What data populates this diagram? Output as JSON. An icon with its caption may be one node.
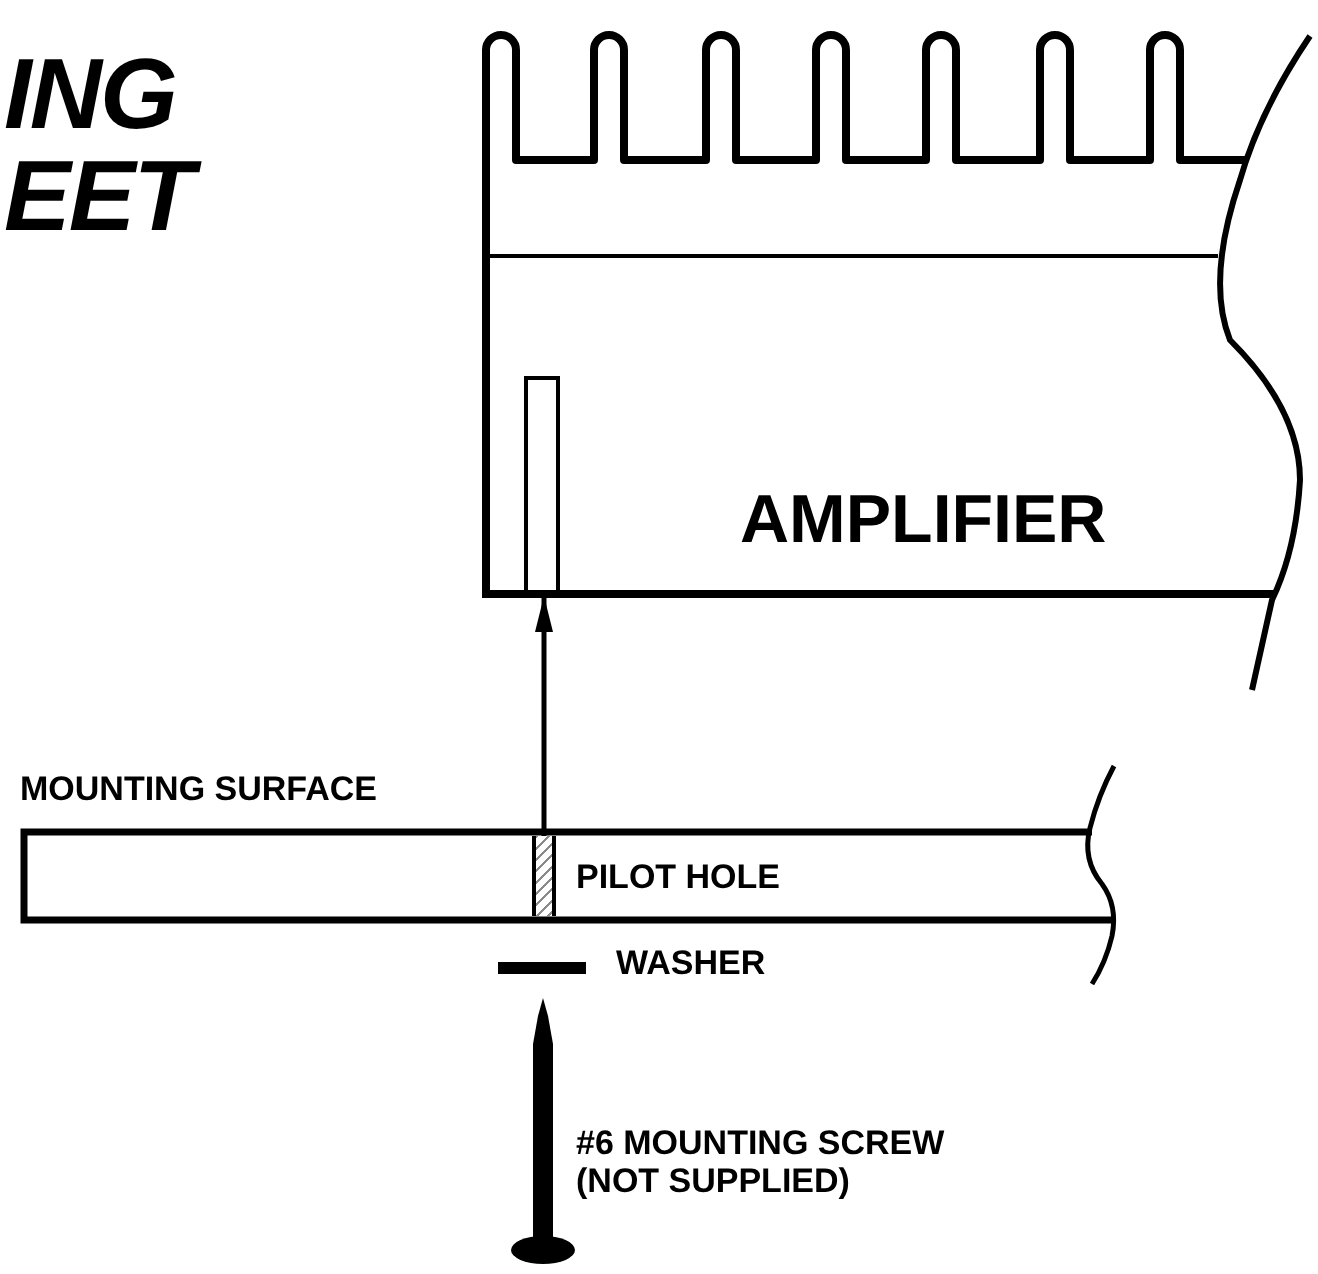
{
  "diagram": {
    "title": "ING EET",
    "nodes": [
      {
        "text": [
          "AMPLIFIER"
        ]
      },
      {
        "text": [],
        "shape": "box",
        "in": 0
      },
      {
        "text": [
          "MOUNTING SURFACE"
        ]
      },
      {
        "text": [],
        "shape": "bar",
        "in": 2,
        "beside": [
          "PILOT HOLE"
        ]
      }
    ],
    "edges": [
      {
        "from": 3,
        "to": 1,
        "arrow": "to"
      }
    ],
    "labels": [
      "WASHER",
      "#6 MOUNTING SCREW (NOT SUPPLIED)"
    ]
  }
}
